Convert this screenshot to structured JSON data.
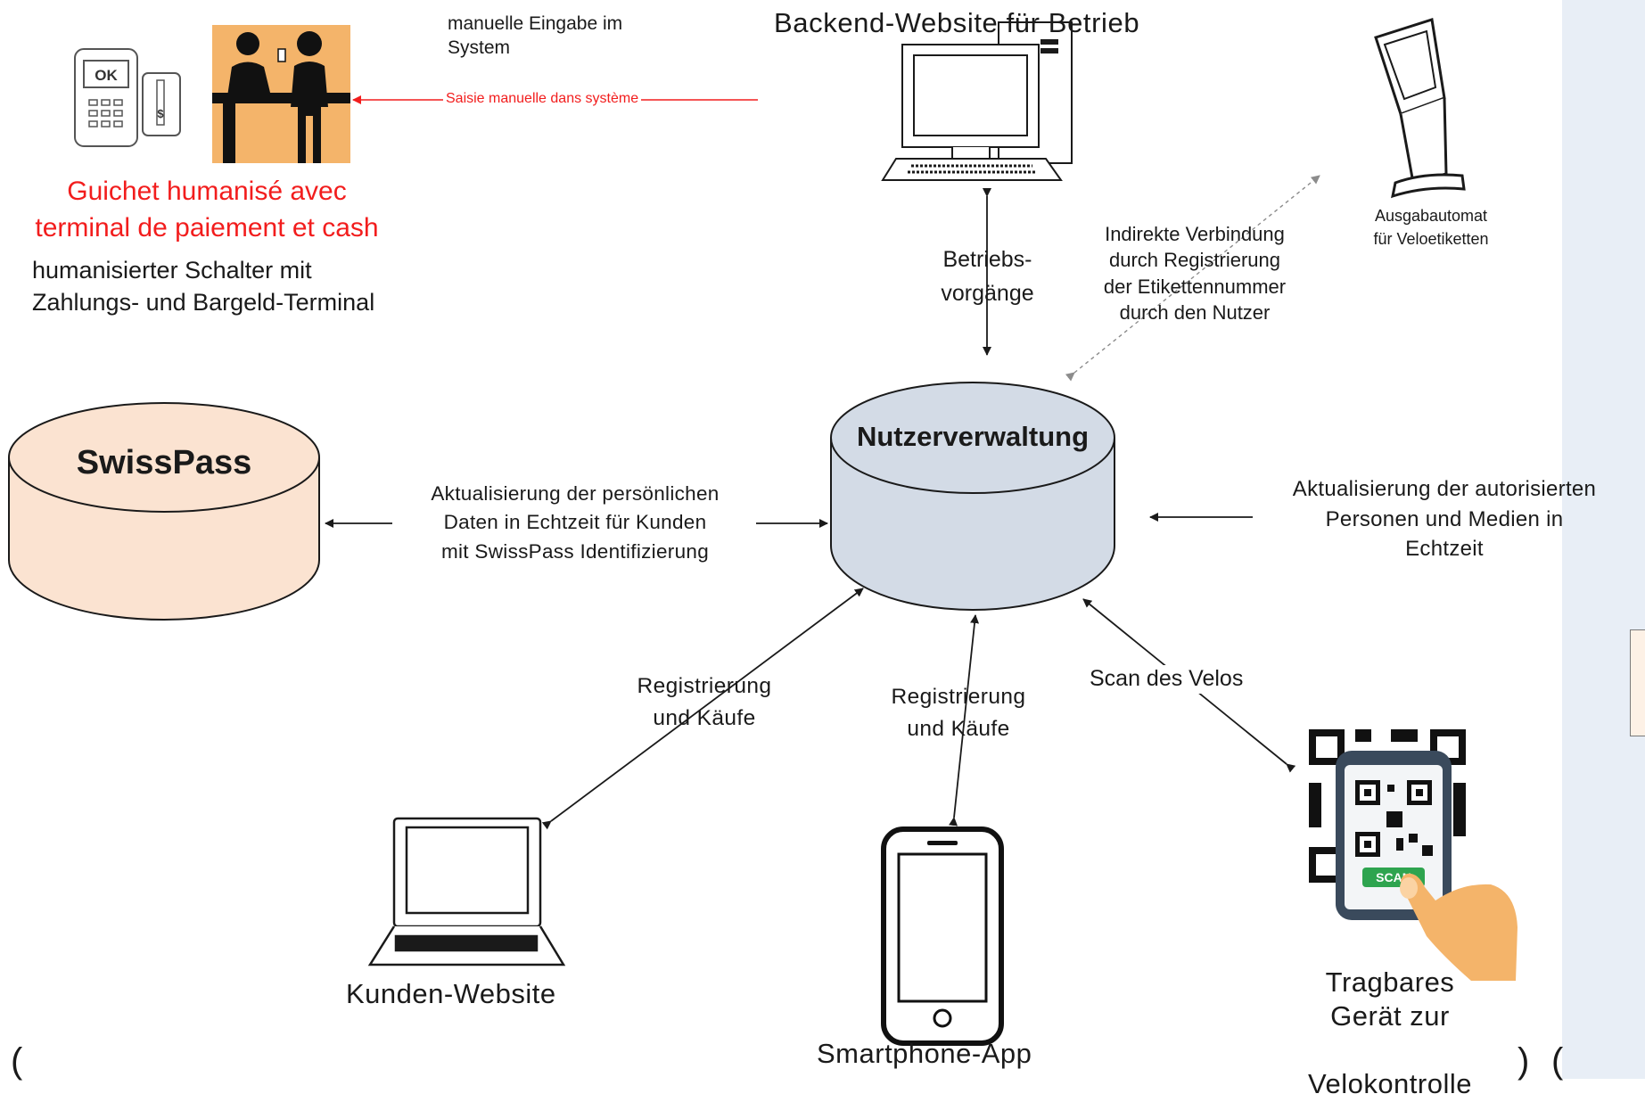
{
  "diagram": {
    "colors": {
      "stroke": "#1a1a1a",
      "dashed_stroke": "#8c8c8c",
      "red": "#f21d1d",
      "db_center_fill": "#d3dbe6",
      "db_swisspass_fill": "#fbe3d1",
      "side_panel": "#e8eef6",
      "scan_badge": "#2ea44f",
      "hand": "#f4b46a"
    },
    "central_db": {
      "label": "Nutzerverwaltung"
    },
    "swisspass_db": {
      "label": "SwissPass"
    },
    "backend": {
      "label": "Backend-Website für Betrieb"
    },
    "manual_entry": {
      "label_de": "manuelle Eingabe im\nSystem",
      "label_fr": "Saisie manuelle dans système"
    },
    "counter": {
      "title_fr": "Guichet humanisé avec\nterminal de paiement et cash",
      "title_de": "humanisierter Schalter mit\nZahlungs- und Bargeld-Terminal",
      "terminal_ok": "OK",
      "terminal_currency": "$"
    },
    "kiosk": {
      "label": "Ausgabautomat\nfür Veloetiketten"
    },
    "edges": {
      "operations": "Betriebs-\nvorgänge",
      "indirect": "Indirekte Verbindung\ndurch Registrierung\nder Etikettennummer\ndurch den Nutzer",
      "swisspass_sync": "Aktualisierung der persönlichen\nDaten in Echtzeit für Kunden\nmit SwissPass Identifizierung",
      "authorized_sync": "Aktualisierung der autorisierten\nPersonen und Medien in\nEchtzeit",
      "reg_website": "Registrierung\nund Käufe",
      "reg_app": "Registrierung\nund Käufe",
      "scan": "Scan des Velos"
    },
    "clients": {
      "website": "Kunden-Website",
      "app": "Smartphone-App",
      "device": "Tragbares\nGerät zur\n\nVelokontrolle",
      "scan_badge": "SCAN"
    },
    "stray_marks": {
      "paren_left": "(",
      "paren_right": ")",
      "paren_right2": "("
    }
  }
}
